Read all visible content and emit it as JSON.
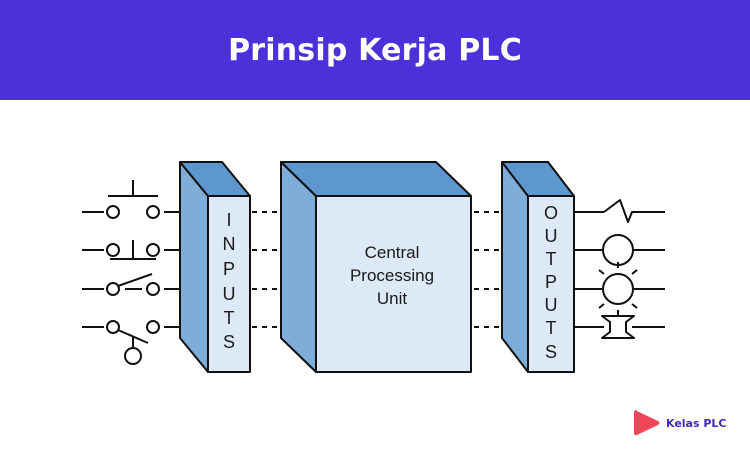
{
  "header": {
    "title": "Prinsip Kerja PLC",
    "background_color": "#4a32d8"
  },
  "diagram": {
    "inputs_letters": [
      "I",
      "N",
      "P",
      "U",
      "T",
      "S"
    ],
    "cpu_lines": [
      "Central",
      "Processing",
      "Unit"
    ],
    "outputs_letters": [
      "O",
      "U",
      "T",
      "P",
      "U",
      "T",
      "S"
    ],
    "input_devices": [
      "push-button-no-icon",
      "push-button-nc-icon",
      "toggle-switch-icon",
      "limit-switch-icon"
    ],
    "output_devices": [
      "relay-coil-icon",
      "lamp-icon",
      "indicator-light-icon",
      "horn-icon"
    ],
    "colors": {
      "block_front": "#dde9f6",
      "block_side": "#7eadd9",
      "block_top": "#5e97cf",
      "outline": "#111111"
    }
  },
  "brand": {
    "name": "Kelas PLC",
    "logo_color": "#f0465a"
  }
}
